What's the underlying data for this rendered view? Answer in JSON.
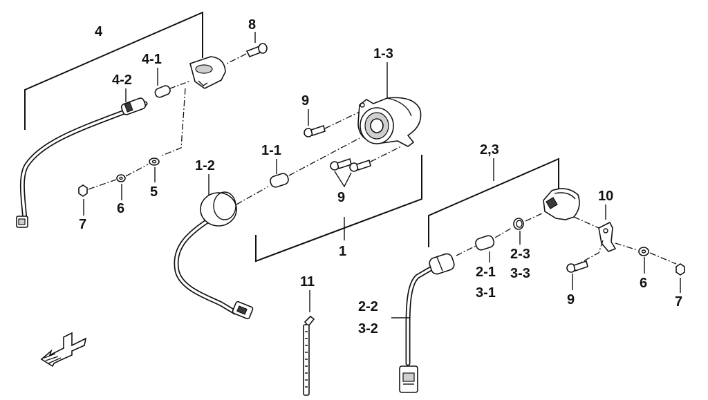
{
  "callouts": {
    "c4": "4",
    "c4_1": "4-1",
    "c4_2": "4-2",
    "c8": "8",
    "c5": "5",
    "c6_left": "6",
    "c7_left": "7",
    "c1_3": "1-3",
    "c9_top": "9",
    "c1_1": "1-1",
    "c9_mid": "9",
    "c1_2": "1-2",
    "c1": "1",
    "c2_3": "2,3",
    "c10": "10",
    "c2_1": "2-1",
    "c3_1": "3-1",
    "c2_3b": "2-3",
    "c3_3": "3-3",
    "c9_right": "9",
    "c6_right": "6",
    "c7_right": "7",
    "c2_2": "2-2",
    "c3_2": "3-2",
    "c11": "11"
  },
  "icons": {
    "front_arrow": "front-arrow-icon"
  }
}
